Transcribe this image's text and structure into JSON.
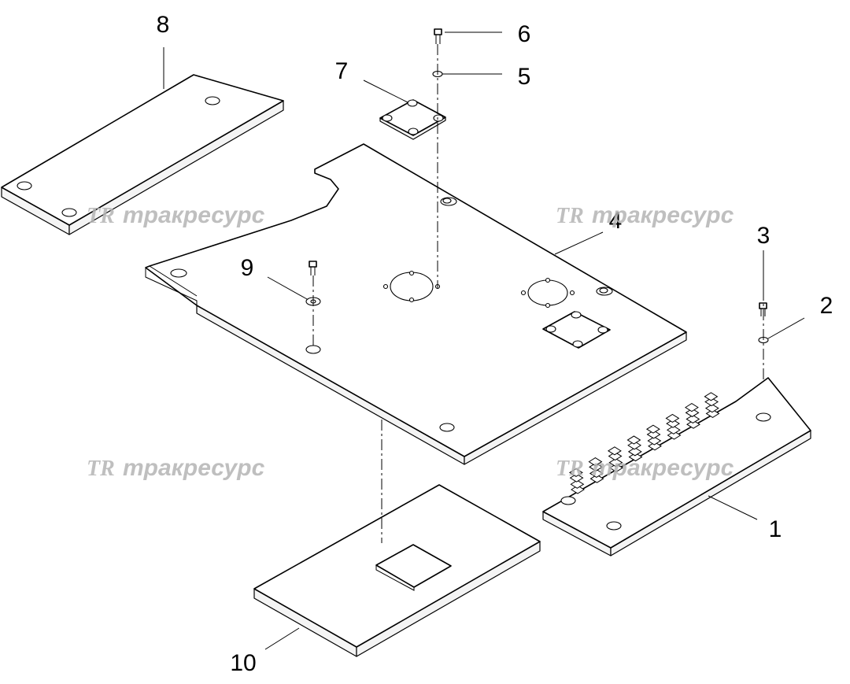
{
  "callouts": [
    {
      "id": "1",
      "label": "1"
    },
    {
      "id": "2",
      "label": "2"
    },
    {
      "id": "3",
      "label": "3"
    },
    {
      "id": "4",
      "label": "4"
    },
    {
      "id": "5",
      "label": "5"
    },
    {
      "id": "6",
      "label": "6"
    },
    {
      "id": "7",
      "label": "7"
    },
    {
      "id": "8",
      "label": "8"
    },
    {
      "id": "9",
      "label": "9"
    },
    {
      "id": "10",
      "label": "10"
    }
  ],
  "watermark": {
    "logo": "TR",
    "text": "тракресурс"
  },
  "colors": {
    "line": "#000000",
    "background": "#ffffff",
    "watermark": "#b5b5b5"
  }
}
